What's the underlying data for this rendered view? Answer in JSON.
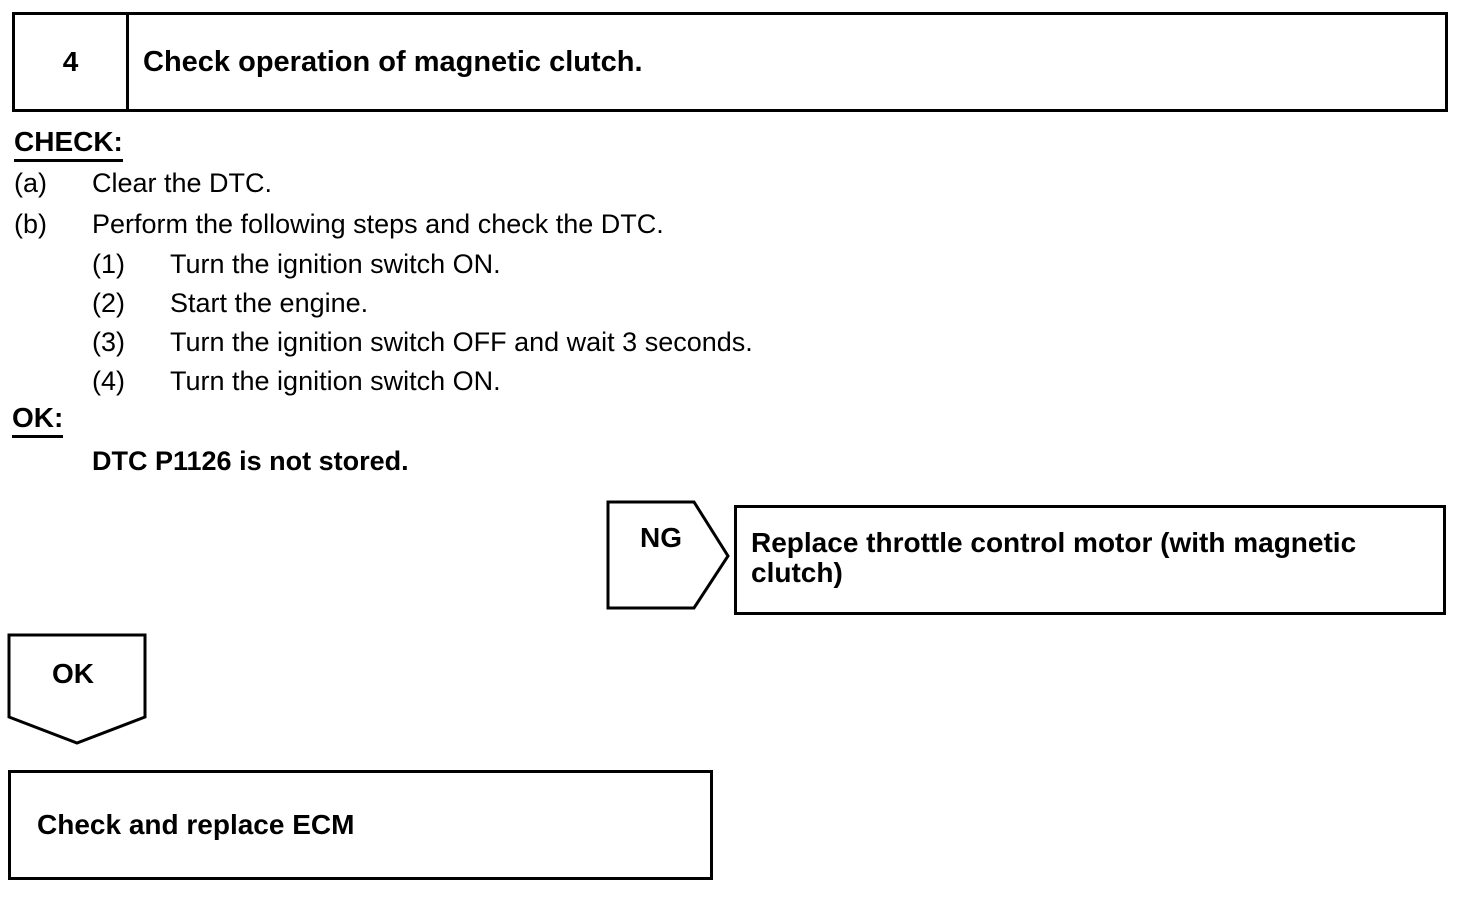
{
  "step": {
    "number": "4",
    "title": "Check operation of magnetic clutch."
  },
  "check": {
    "heading": "CHECK:",
    "items": [
      {
        "marker": "(a)",
        "text": "Clear the DTC."
      },
      {
        "marker": "(b)",
        "text": "Perform the following steps and check the DTC."
      }
    ],
    "substeps": [
      {
        "marker": "(1)",
        "text": "Turn the ignition switch ON."
      },
      {
        "marker": "(2)",
        "text": "Start the engine."
      },
      {
        "marker": "(3)",
        "text": "Turn the ignition switch OFF and wait 3 seconds."
      },
      {
        "marker": "(4)",
        "text": "Turn the ignition switch ON."
      }
    ]
  },
  "ok": {
    "heading": "OK:",
    "condition": "DTC P1126 is not stored."
  },
  "flow": {
    "ng_label": "NG",
    "ng_result": "Replace throttle control motor (with magnetic clutch)",
    "ok_label": "OK",
    "ok_result": "Check and replace ECM"
  }
}
